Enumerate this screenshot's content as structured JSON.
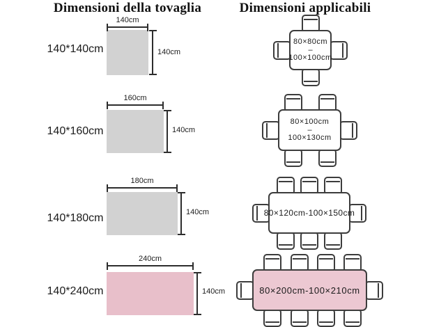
{
  "titles": {
    "left": "Dimensioni della tovaglia",
    "right": "Dimensioni applicabili"
  },
  "colors": {
    "cloth_gray": "#d2d2d2",
    "cloth_pink": "#e8bfca",
    "table_pink": "#ecc8d2",
    "line": "#2d2d2d"
  },
  "tablecloths": [
    {
      "label": "140*140cm",
      "top_dim": "140cm",
      "side_dim": "140cm"
    },
    {
      "label": "140*160cm",
      "top_dim": "160cm",
      "side_dim": "140cm"
    },
    {
      "label": "140*180cm",
      "top_dim": "180cm",
      "side_dim": "140cm"
    },
    {
      "label": "140*240cm",
      "top_dim": "240cm",
      "side_dim": "140cm"
    }
  ],
  "tables": [
    {
      "size_min": "80×80cm",
      "separator": "–",
      "size_max": "100×100cm",
      "seats": 4
    },
    {
      "size_min": "80×100cm",
      "separator": "–",
      "size_max": "100×130cm",
      "seats": 6
    },
    {
      "size_range": "80×120cm-100×150cm",
      "seats": 8
    },
    {
      "size_range": "80×200cm-100×210cm",
      "seats": 10
    }
  ]
}
